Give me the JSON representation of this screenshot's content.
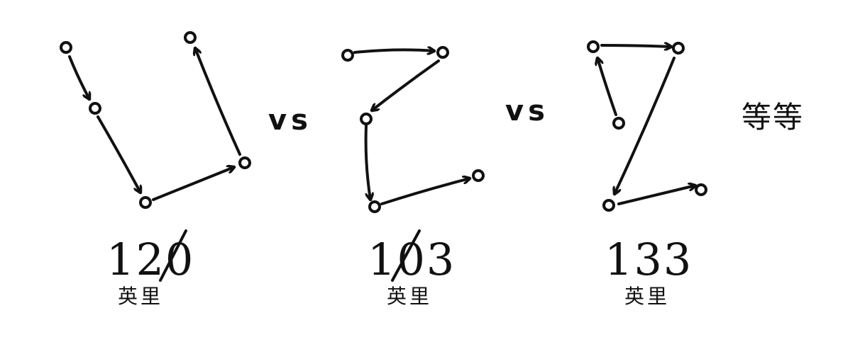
{
  "routes": [
    {
      "distance": "120",
      "unit": "英里"
    },
    {
      "distance": "103",
      "unit": "英里"
    },
    {
      "distance": "133",
      "unit": "英里"
    }
  ],
  "separator": "vs",
  "etc": "等等"
}
